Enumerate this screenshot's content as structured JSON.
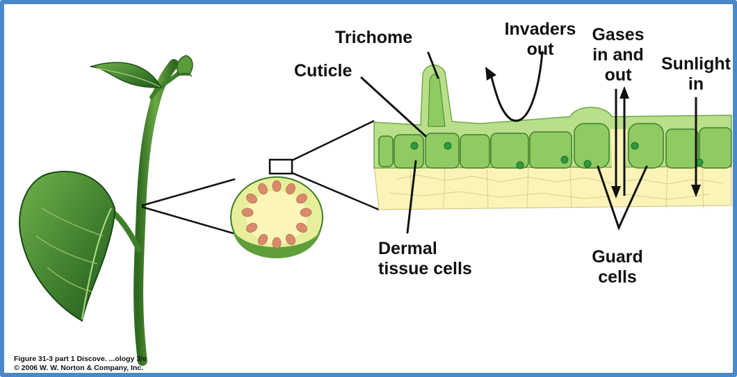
{
  "labels": {
    "trichome": "Trichome",
    "cuticle": "Cuticle",
    "invaders_line1": "Invaders",
    "invaders_line2": "out",
    "gases_line1": "Gases",
    "gases_line2": "in and",
    "gases_line3": "out",
    "sunlight_line1": "Sunlight",
    "sunlight_line2": "in",
    "dermal_line1": "Dermal",
    "dermal_line2": "tissue cells",
    "guard_line1": "Guard",
    "guard_line2": "cells"
  },
  "caption": {
    "line1": "Figure 31-3 part 1  Discove. ...ology 3/e",
    "line2": "© 2006 W. W. Norton & Company, Inc."
  },
  "colors": {
    "frame": "#4a88c9",
    "plant_green": "#3f7f2a",
    "cuticle_green": "#b9df8a",
    "cell_green": "#7fc25a",
    "inner_tissue": "#fbf3b8",
    "organelle": "#2f9b3d"
  }
}
